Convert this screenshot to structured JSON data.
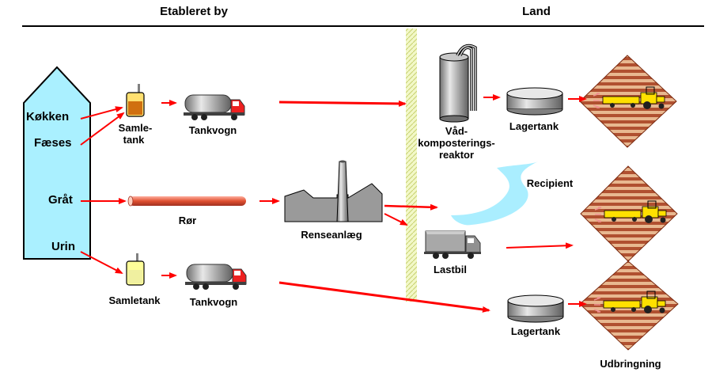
{
  "header": {
    "left": "Etableret by",
    "right": "Land"
  },
  "house": {
    "sources": [
      "Køkken",
      "Fæses",
      "Gråt",
      "Urin"
    ],
    "color": "#aaf0ff"
  },
  "labels": {
    "samletank_split": [
      "Samle-",
      "tank"
    ],
    "tankvogn_top": "Tankvogn",
    "ror": "Rør",
    "renseanlaeg": "Renseanlæg",
    "samletank": "Samletank",
    "tankvogn_bottom": "Tankvogn",
    "reaktor": [
      "Våd-",
      "komposterings-",
      "reaktor"
    ],
    "lagertank_top": "Lagertank",
    "recipient": "Recipient",
    "lastbil": "Lastbil",
    "lagertank_bottom": "Lagertank",
    "udbringning": "Udbringning"
  },
  "colors": {
    "arrow": "#ff0000",
    "field_stripe_a": "#b05030",
    "field_stripe_b": "#e8b890",
    "divider": "#e8f0a0",
    "tractor": "#ffe000",
    "river": "#aaeeff"
  }
}
